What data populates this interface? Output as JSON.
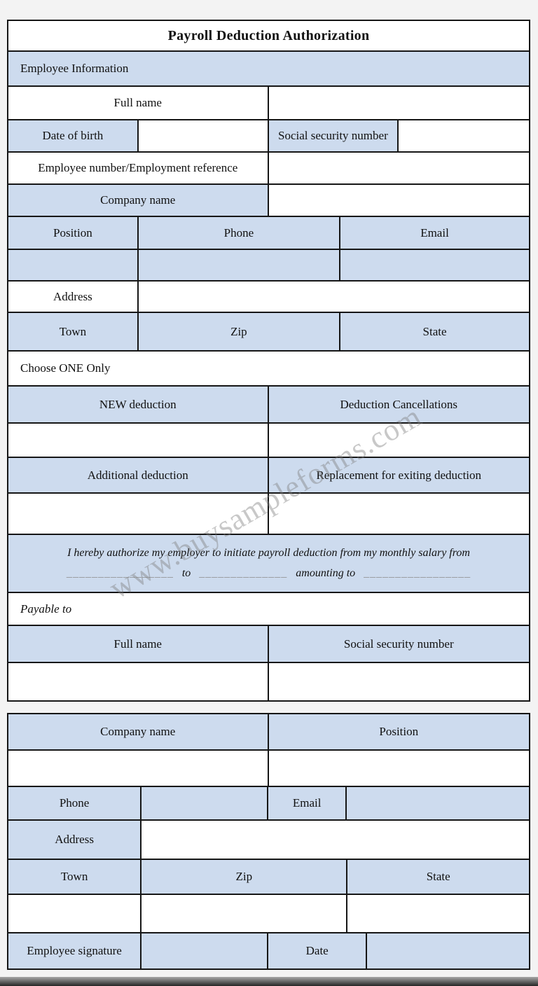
{
  "page": {
    "watermark": "www.buysampleforms.com"
  },
  "form": {
    "title": "Payroll Deduction Authorization",
    "section1": "Employee Information",
    "labels": {
      "full_name": "Full name",
      "dob": "Date of birth",
      "ssn": "Social security number",
      "employee_number": "Employee number/Employment reference",
      "company_name": "Company name",
      "position": "Position",
      "phone": "Phone",
      "email": "Email",
      "address": "Address",
      "town": "Town",
      "zip": "Zip",
      "state": "State"
    },
    "choose_one": {
      "heading": "Choose ONE Only",
      "new_deduction": "NEW deduction",
      "deduction_cancellations": "Deduction Cancellations",
      "additional_deduction": "Additional deduction",
      "replacement": "Replacement for exiting deduction"
    },
    "authorization": {
      "line1": "I hereby authorize my employer to initiate payroll deduction from my monthly salary from",
      "blank1": "_________________",
      "to": "to",
      "blank2": "______________",
      "amounting_to": "amounting to",
      "blank3": "_________________"
    },
    "payable": {
      "heading": "Payable to",
      "full_name": "Full name",
      "ssn": "Social security number"
    }
  },
  "employer_form": {
    "labels": {
      "company_name": "Company name",
      "position": "Position",
      "phone": "Phone",
      "email": "Email",
      "address": "Address",
      "town": "Town",
      "zip": "Zip",
      "state": "State",
      "employee_signature": "Employee signature",
      "date": "Date"
    }
  },
  "colors": {
    "cell_blue": "#cddbee",
    "border": "#161616"
  }
}
